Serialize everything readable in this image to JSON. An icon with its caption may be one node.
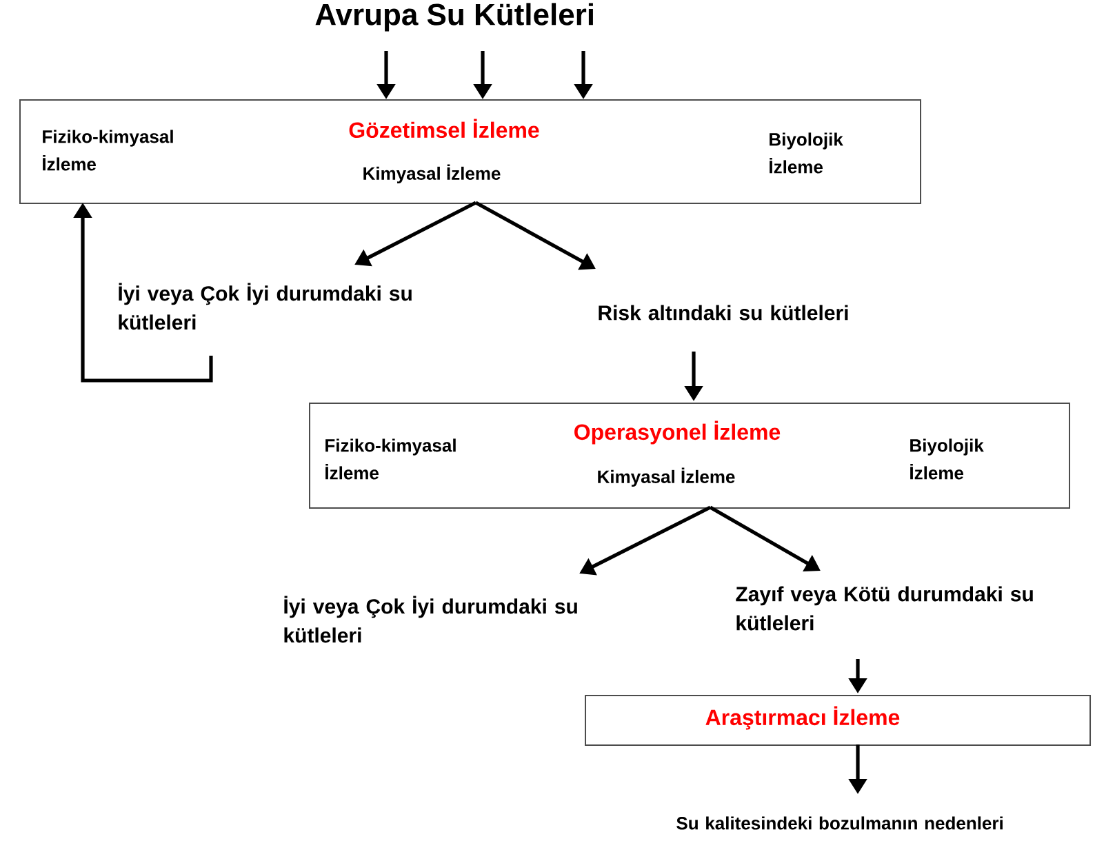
{
  "diagram": {
    "nodes": [
      {
        "text": [
          "Avrupa Su Kütleleri"
        ]
      },
      {
        "text": [
          "Gözetimsel İzleme",
          "Fiziko-kimyasal İzleme",
          "Kimyasal İzleme",
          "Biyolojik İzleme"
        ]
      },
      {
        "text": [
          "İyi veya Çok İyi durumdaki su kütleleri"
        ]
      },
      {
        "text": [
          "Risk altındaki su kütleleri"
        ]
      },
      {
        "text": [
          "Operasyonel İzleme",
          "Fiziko-kimyasal İzleme",
          "Kimyasal İzleme",
          "Biyolojik İzleme"
        ]
      },
      {
        "text": [
          "İyi veya Çok İyi durumdaki su kütleleri"
        ]
      },
      {
        "text": [
          "Zayıf veya Kötü durumdaki su kütleleri"
        ]
      },
      {
        "text": [
          "Araştırmacı İzleme"
        ]
      },
      {
        "text": [
          "Su kalitesindeki bozulmanın nedenleri"
        ]
      }
    ],
    "edges": [
      {
        "from": 0,
        "to": 1,
        "arrow": "to"
      },
      {
        "from": 0,
        "to": 1,
        "arrow": "to"
      },
      {
        "from": 0,
        "to": 1,
        "arrow": "to"
      },
      {
        "from": 1,
        "to": 2,
        "arrow": "to"
      },
      {
        "from": 1,
        "to": 3,
        "arrow": "to"
      },
      {
        "from": 2,
        "to": 1,
        "arrow": "to"
      },
      {
        "from": 3,
        "to": 4,
        "arrow": "to"
      },
      {
        "from": 4,
        "to": 5,
        "arrow": "to"
      },
      {
        "from": 4,
        "to": 6,
        "arrow": "to"
      },
      {
        "from": 6,
        "to": 7,
        "arrow": "to"
      },
      {
        "from": 7,
        "to": 8,
        "arrow": "to"
      }
    ]
  }
}
